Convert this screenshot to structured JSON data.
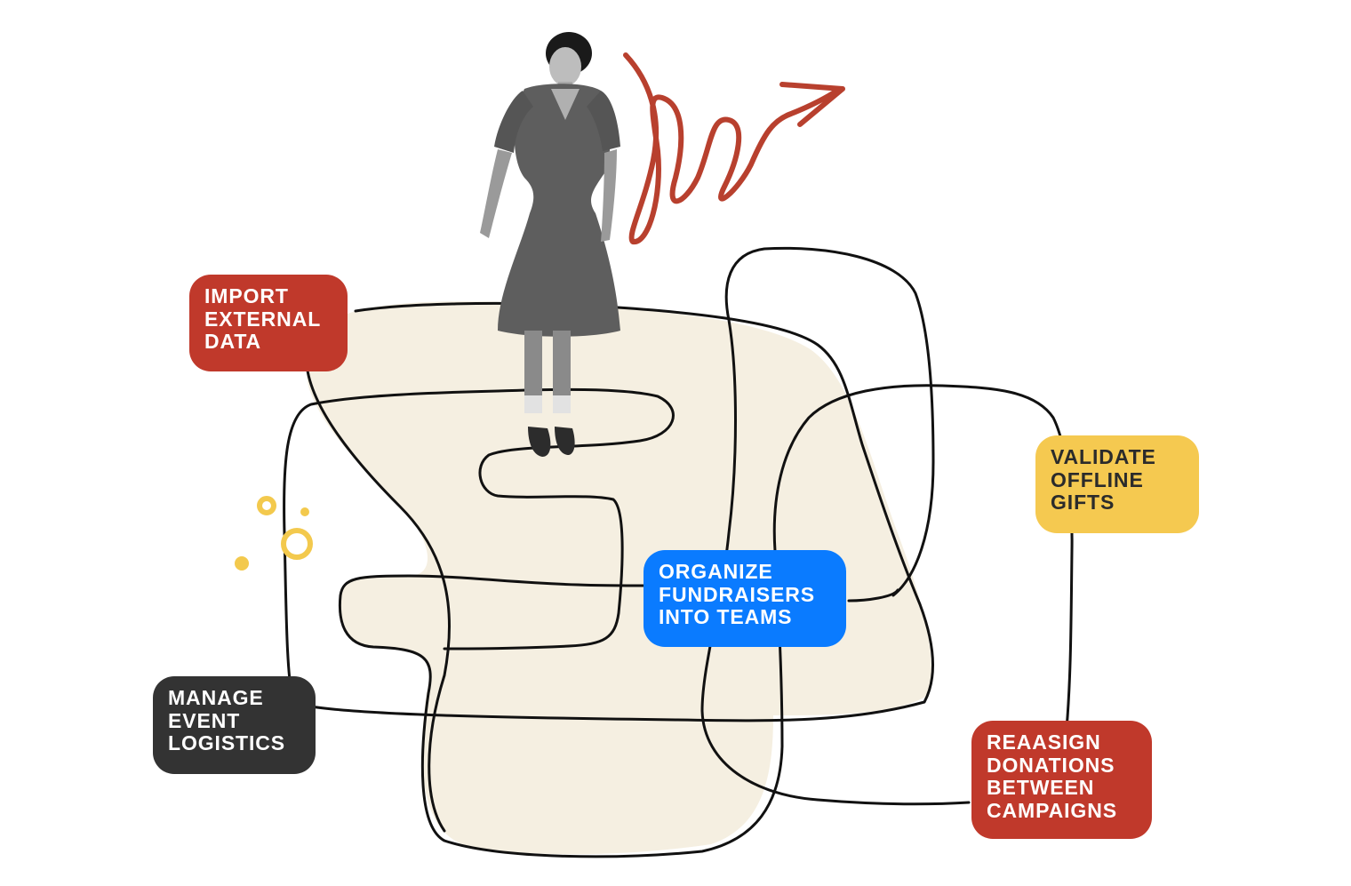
{
  "colors": {
    "background": "#ffffff",
    "blob_fill": "#f5efe1",
    "path_stroke": "#111111",
    "scribble": "#b8402e",
    "dots": "#f3c94d"
  },
  "illustration": {
    "figure": "woman-in-dress-icon",
    "scribble": "red-scribble-arrow-icon",
    "sparkles": "yellow-circles-icon"
  },
  "labels": [
    {
      "id": "import",
      "lines": [
        "IMPORT",
        "EXTERNAL",
        "DATA"
      ],
      "bg": "#c0392b",
      "fg": "#ffffff"
    },
    {
      "id": "validate",
      "lines": [
        "VALIDATE",
        "OFFLINE",
        "GIFTS"
      ],
      "bg": "#f5c950",
      "fg": "#2b2b2b"
    },
    {
      "id": "organize",
      "lines": [
        "ORGANIZE",
        "FUNDRAISERS",
        "INTO TEAMS"
      ],
      "bg": "#0a7bff",
      "fg": "#ffffff"
    },
    {
      "id": "manage",
      "lines": [
        "MANAGE",
        "EVENT",
        "LOGISTICS"
      ],
      "bg": "#333333",
      "fg": "#ffffff"
    },
    {
      "id": "reassign",
      "lines": [
        "REAASIGN",
        "DONATIONS",
        "BETWEEN",
        "CAMPAIGNS"
      ],
      "bg": "#c0392b",
      "fg": "#ffffff"
    }
  ]
}
